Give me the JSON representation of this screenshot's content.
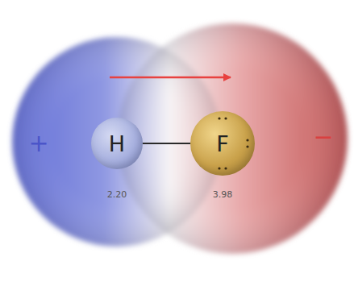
{
  "diagram": {
    "nodes": [
      {
        "text": [
          "H"
        ]
      },
      {
        "text": [
          "F"
        ]
      }
    ],
    "edges": [
      {
        "from": 0,
        "to": 1,
        "arrow": "none"
      }
    ],
    "labels": [
      "+",
      "−",
      "2.20",
      "3.98"
    ]
  }
}
